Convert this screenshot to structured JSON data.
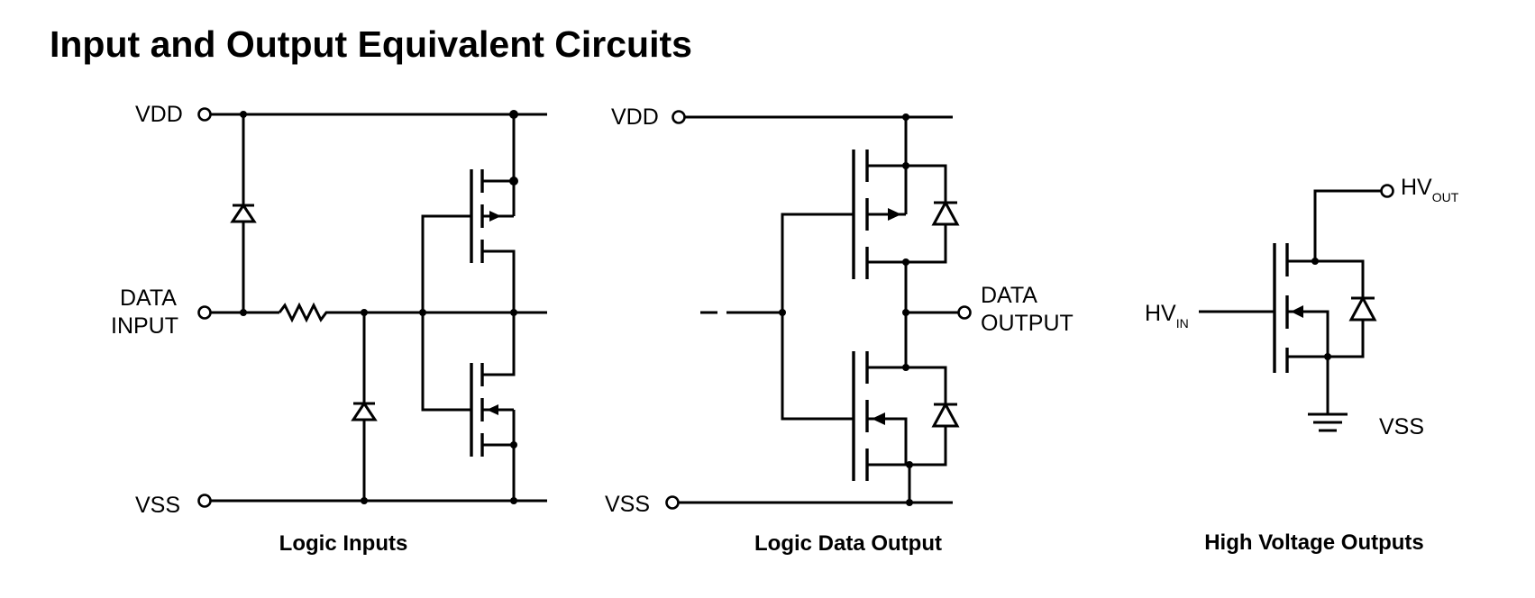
{
  "title": "Input and Output Equivalent Circuits",
  "circuits": {
    "logic_inputs": {
      "caption": "Logic Inputs",
      "vdd": "VDD",
      "data_input_line1": "DATA",
      "data_input_line2": "INPUT",
      "vss": "VSS"
    },
    "logic_data_output": {
      "caption": "Logic Data Output",
      "vdd": "VDD",
      "data_output_line1": "DATA",
      "data_output_line2": "OUTPUT",
      "vss": "VSS"
    },
    "high_voltage_outputs": {
      "caption": "High Voltage Outputs",
      "hv_out": "HV",
      "hv_out_sub": "OUT",
      "hv_in": "HV",
      "hv_in_sub": "IN",
      "vss": "VSS"
    }
  }
}
